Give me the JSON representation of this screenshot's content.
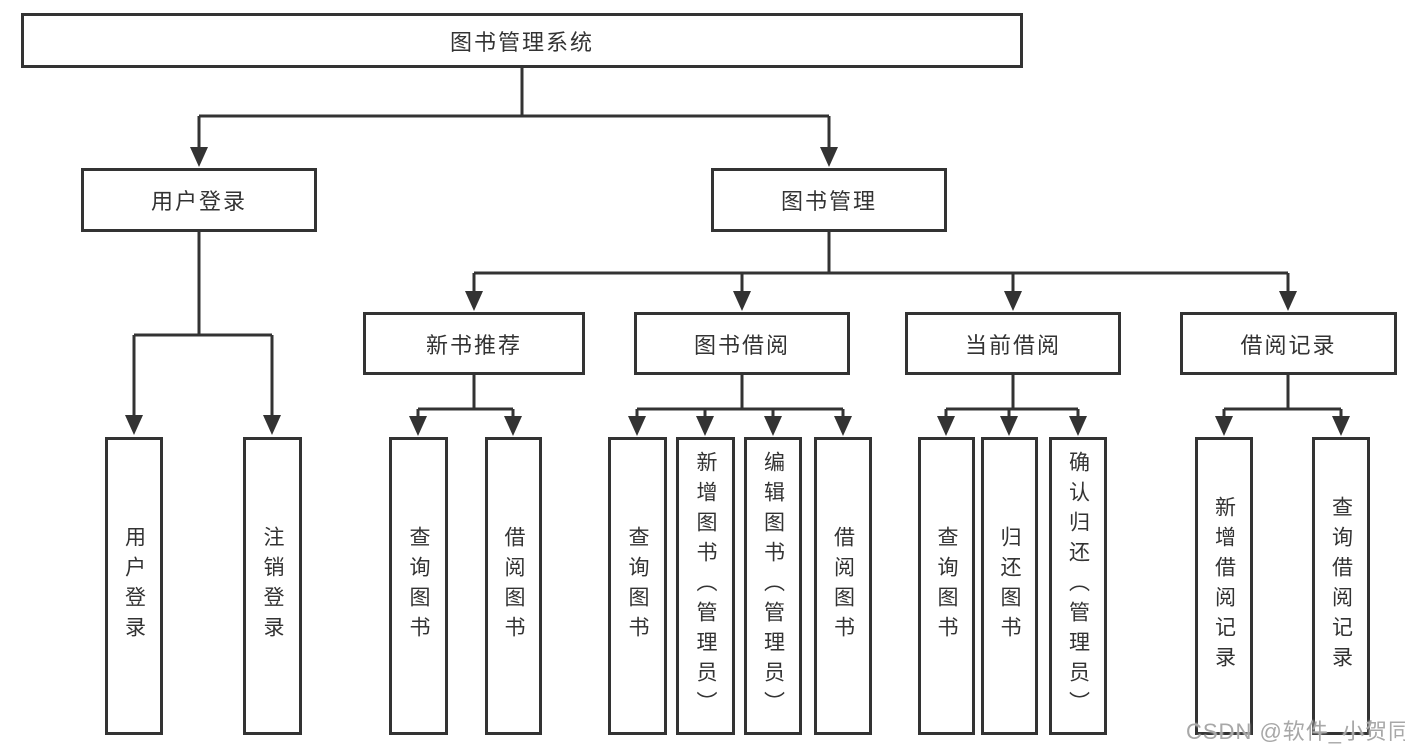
{
  "nodes": {
    "root": "图书管理系统",
    "level2": [
      "用户登录",
      "图书管理"
    ],
    "level3": [
      "新书推荐",
      "图书借阅",
      "当前借阅",
      "借阅记录"
    ],
    "leaves": [
      "用户登录",
      "注销登录",
      "查询图书",
      "借阅图书",
      "查询图书",
      "新增图书（管理员）",
      "编辑图书（管理员）",
      "借阅图书",
      "查询图书",
      "归还图书",
      "确认归还（管理员）",
      "新增借阅记录",
      "查询借阅记录"
    ]
  },
  "watermark": "CSDN @软件_小贺同学",
  "colors": {
    "line": "#333333",
    "text": "#333333",
    "box_fill": "#ffffff",
    "watermark": "#a8a8a8",
    "background": "#ffffff"
  }
}
